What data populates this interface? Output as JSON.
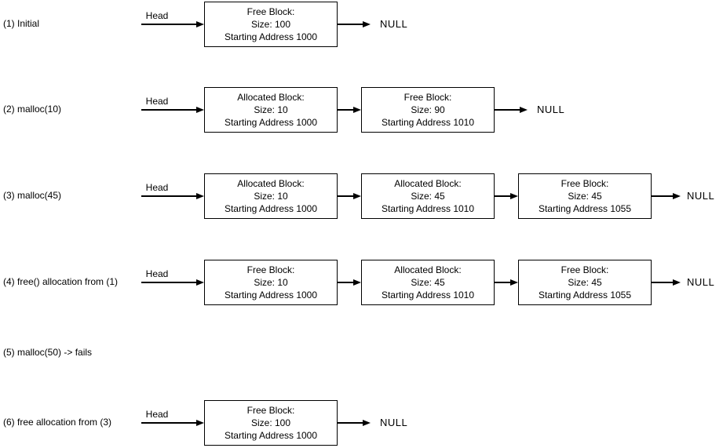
{
  "colors": {
    "ink": "#000000",
    "background": "#ffffff",
    "box_fill": "#ffffff",
    "box_border": "#000000"
  },
  "rows": [
    {
      "label": "(1) Initial",
      "head": "Head",
      "terminator": "NULL",
      "nodes": [
        {
          "title": "Free Block:",
          "size": "Size: 100",
          "address": "Starting Address 1000"
        }
      ]
    },
    {
      "label": "(2) malloc(10)",
      "head": "Head",
      "terminator": "NULL",
      "nodes": [
        {
          "title": "Allocated Block:",
          "size": "Size: 10",
          "address": "Starting Address 1000"
        },
        {
          "title": "Free Block:",
          "size": "Size: 90",
          "address": "Starting Address 1010"
        }
      ]
    },
    {
      "label": "(3) malloc(45)",
      "head": "Head",
      "terminator": "NULL",
      "nodes": [
        {
          "title": "Allocated Block:",
          "size": "Size: 10",
          "address": "Starting Address 1000"
        },
        {
          "title": "Allocated Block:",
          "size": "Size: 45",
          "address": "Starting Address 1010"
        },
        {
          "title": "Free Block:",
          "size": "Size: 45",
          "address": "Starting Address 1055"
        }
      ]
    },
    {
      "label": "(4) free() allocation from (1)",
      "head": "Head",
      "terminator": "NULL",
      "nodes": [
        {
          "title": "Free Block:",
          "size": "Size: 10",
          "address": "Starting Address 1000"
        },
        {
          "title": "Allocated Block:",
          "size": "Size: 45",
          "address": "Starting Address 1010"
        },
        {
          "title": "Free Block:",
          "size": "Size: 45",
          "address": "Starting Address 1055"
        }
      ]
    },
    {
      "label": "(5) malloc(50) -> fails",
      "nodes": []
    },
    {
      "label": "(6) free allocation from (3)",
      "head": "Head",
      "terminator": "NULL",
      "nodes": [
        {
          "title": "Free Block:",
          "size": "Size: 100",
          "address": "Starting Address 1000"
        }
      ]
    }
  ]
}
